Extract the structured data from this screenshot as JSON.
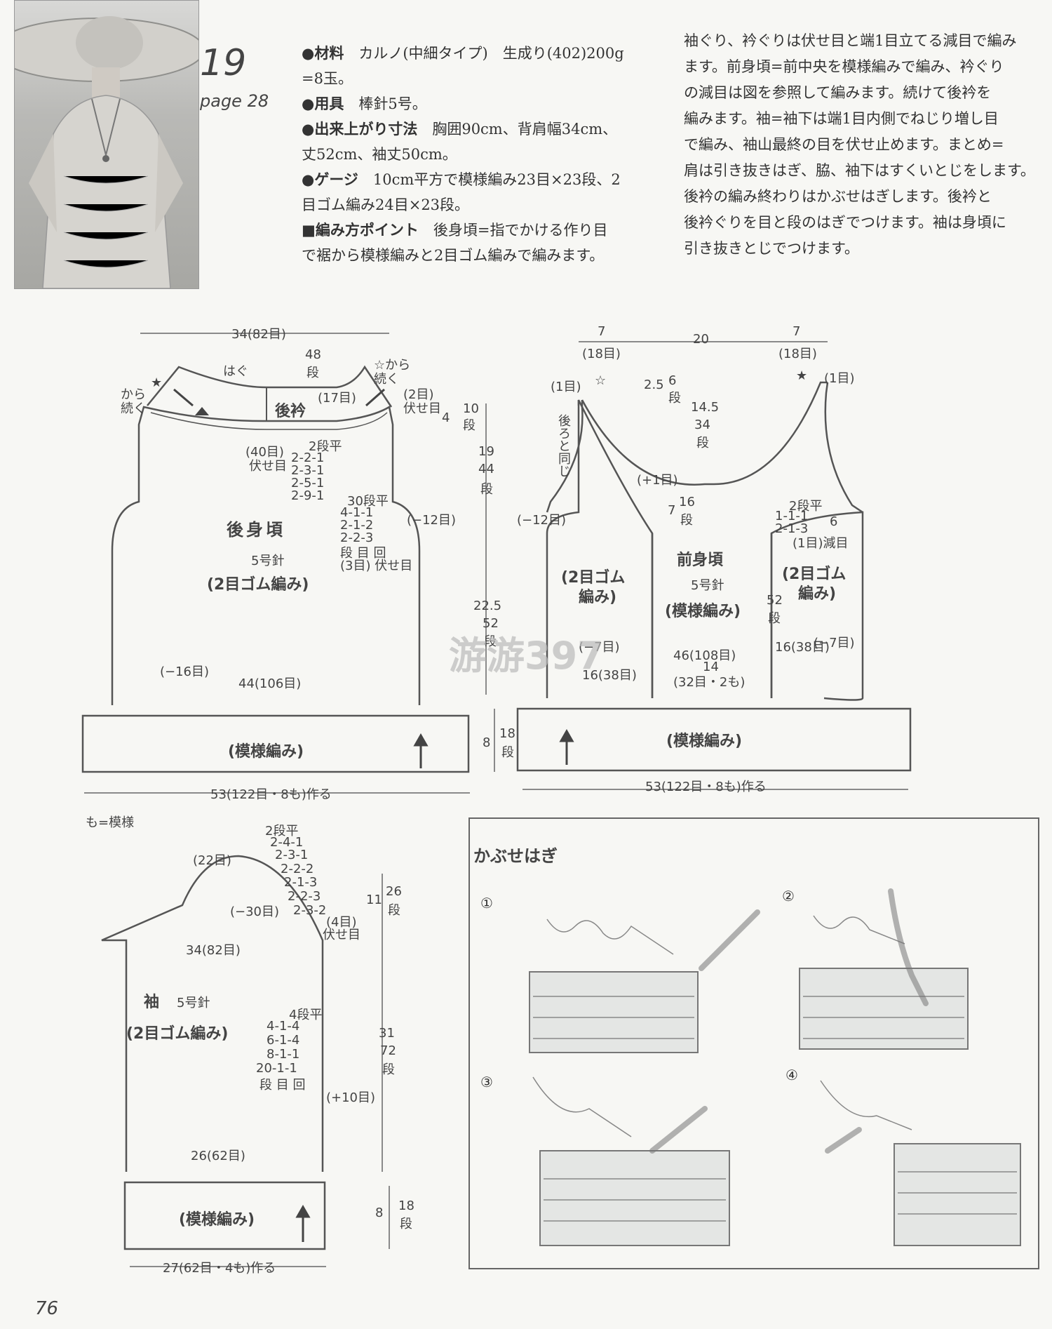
{
  "header": {
    "pattern_number": "19",
    "page_ref": "page 28"
  },
  "specs": {
    "material_label": "●材料",
    "material_text": "カルノ(中細タイプ)　生成り(402)200g",
    "material_text2": "=8玉。",
    "tools_label": "●用具",
    "tools_text": "棒針5号。",
    "size_label": "●出来上がり寸法",
    "size_text": "胸囲90cm、背肩幅34cm、",
    "size_text2": "丈52cm、袖丈50cm。",
    "gauge_label": "●ゲージ",
    "gauge_text": "10cm平方で模様編み23目×23段、2",
    "gauge_text2": "目ゴム編み24目×23段。",
    "point_label": "■編み方ポイント",
    "point_text": "後身頃=指でかける作り目",
    "point_text2": "で裾から模様編みと2目ゴム編みで編みます。"
  },
  "description": [
    "袖ぐり、衿ぐりは伏せ目と端1目立てる減目で編み",
    "ます。前身頃=前中央を模様編みで編み、衿ぐり",
    "の減目は図を参照して編みます。続けて後衿を",
    "編みます。袖=袖下は端1目内側でねじり増し目",
    "で編み、袖山最終の目を伏せ止めます。まとめ=",
    "肩は引き抜きはぎ、脇、袖下はすくいとじをします。",
    "後衿の編み終わりはかぶせはぎします。後衿と",
    "後衿ぐりを目と段のはぎでつけます。袖は身頃に",
    "引き抜きとじでつけます。"
  ],
  "back": {
    "top_width": "34(82目)",
    "hagu": "はぐ",
    "collar_rows": "48",
    "collar_rows_unit": "段",
    "star_from": "☆から",
    "star_cont": "続く",
    "from": "から",
    "cont": "続く",
    "collar_label": "後衿",
    "collar_sts": "(17目)",
    "bind2": "(2目)",
    "bind2b": "伏せ目",
    "h10": "10",
    "h10u": "段",
    "h4": "4",
    "neck_bind": "(40目)",
    "neck_bind2": "伏せ目",
    "dec1": "2段平",
    "dec2": "2-2-1",
    "dec3": "2-3-1",
    "dec4": "2-5-1",
    "dec5": "2-9-1",
    "arm1": "30段平",
    "arm2": "4-1-1",
    "arm3": "2-1-2",
    "arm4": "2-2-3",
    "arm5": "段 目 回",
    "arm6": "(3目) 伏せ目",
    "minus12": "(−12目)",
    "title": "後身頃",
    "needle": "5号針",
    "stitch": "(2目ゴム編み)",
    "h19": "19",
    "h44": "44",
    "h44u": "段",
    "h225": "22.5",
    "h52": "52",
    "h52u": "段",
    "minus16": "(−16目)",
    "width44": "44(106目)",
    "hem": "(模様編み)",
    "h8": "8",
    "h18": "18",
    "h18u": "段",
    "cast_on": "53(122目・8も)作る",
    "legend": "も=模様"
  },
  "front": {
    "w7a": "7",
    "w7a_sts": "(18目)",
    "w20": "20",
    "w7b": "7",
    "w7b_sts": "(18目)",
    "one1": "(1目)",
    "one2": "(1目)",
    "h25": "2.5",
    "h6": "6",
    "h6u": "段",
    "h145": "14.5",
    "h34": "34",
    "h34u": "段",
    "same_back": "後ろと同じ",
    "plus1": "(+1目)",
    "h7": "7",
    "h16": "16",
    "h16u": "段",
    "dec1": "2段平",
    "dec2": "1-1-1",
    "dec3": "2-1-3",
    "dec6": "6",
    "dec7": "(1目)減目",
    "minus12": "(−12目)",
    "rib_left": "(2目ゴム",
    "rib_left2": "編み)",
    "title": "前身頃",
    "needle": "5号針",
    "center": "(模様編み)",
    "rib_right": "(2目ゴム",
    "rib_right2": "編み)",
    "h52": "52",
    "h52u": "段",
    "minus7a": "(−7目)",
    "minus7b": "(−7目)",
    "w46": "46(108目)",
    "w16a": "16(38目)",
    "w14": "14",
    "w14s": "(32目・2も)",
    "w16b": "16(38目)",
    "hem": "(模様編み)",
    "cast_on": "53(122目・8も)作る"
  },
  "sleeve": {
    "cap1": "2段平",
    "cap2": "2-4-1",
    "cap3": "2-3-1",
    "cap4": "2-2-2",
    "cap5": "2-1-3",
    "cap6": "2-2-3",
    "cap7": "2-3-2",
    "cap8": "(4目)",
    "cap9": "伏せ目",
    "top22": "(22目)",
    "minus30": "(−30目)",
    "h11": "11",
    "h26": "26",
    "h26u": "段",
    "w34": "34(82目)",
    "title": "袖",
    "needle": "5号針",
    "stitch": "(2目ゴム編み)",
    "inc1": "4段平",
    "inc2": "4-1-4",
    "inc3": "6-1-4",
    "inc4": "8-1-1",
    "inc5": "20-1-1",
    "inc6": "段 目 回",
    "plus10": "(+10目)",
    "h31": "31",
    "h72": "72",
    "h72u": "段",
    "w26": "26(62目)",
    "hem": "(模様編み)",
    "h8": "8",
    "h18": "18",
    "h18u": "段",
    "cast_on": "27(62目・4も)作る"
  },
  "kabuse": {
    "title": "かぶせはぎ",
    "s1": "①",
    "s2": "②",
    "s3": "③",
    "s4": "④"
  },
  "watermark": "游游397",
  "page_number": "76"
}
